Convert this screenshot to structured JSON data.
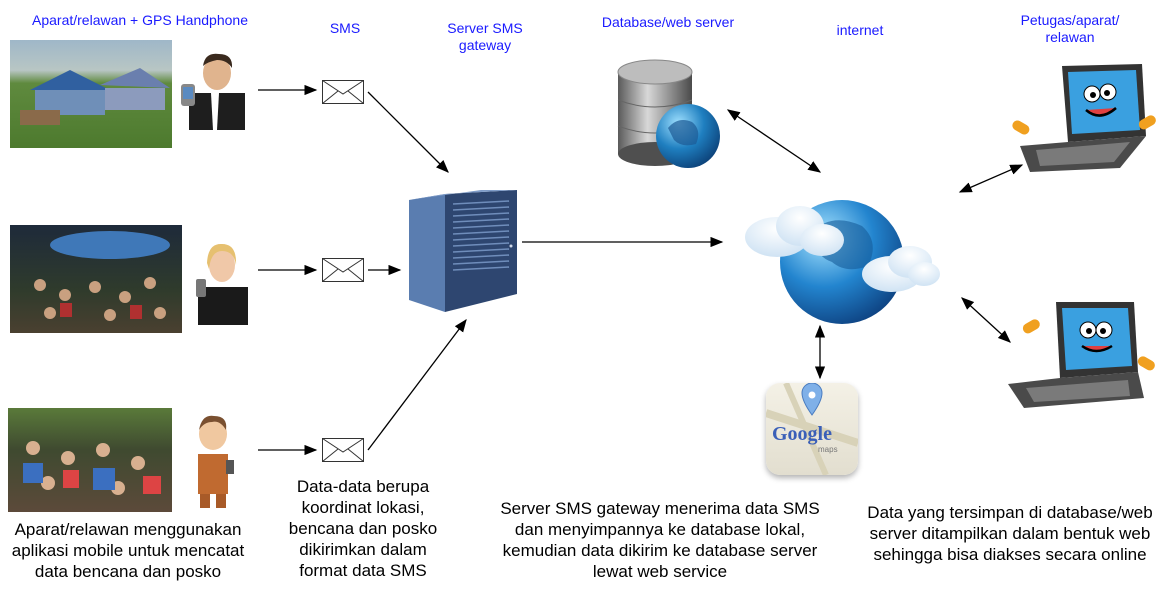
{
  "headers": {
    "sender": "Aparat/relawan + GPS Handphone",
    "sms": "SMS",
    "server": "Server SMS gateway",
    "database": "Database/web server",
    "internet": "internet",
    "officers": "Petugas/aparat/ relawan"
  },
  "captions": {
    "sender": "Aparat/relawan menggunakan aplikasi mobile untuk mencatat data bencana dan posko",
    "sms": "Data-data berupa koordinat lokasi, bencana dan posko dikirimkan dalam format data SMS",
    "server": "Server SMS gateway menerima data SMS dan menyimpannya ke database lokal, kemudian data dikirim ke database server lewat web service",
    "web": "Data yang tersimpan di database/web server ditampilkan dalam bentuk web sehingga bisa diakses secara online"
  },
  "maps_logo_text": "Google",
  "maps_logo_subtext": "maps",
  "colors": {
    "header_text": "#1a1aff",
    "server_blue": "#3f5f8f",
    "globe_blue": "#1f6fb5",
    "laptop_screen": "#3aa0e0"
  },
  "icons": [
    "photo-camp-1",
    "person-1",
    "photo-camp-2",
    "person-2",
    "photo-camp-3",
    "person-3",
    "envelope-icon",
    "server-icon",
    "database-icon",
    "globe-cloud-icon",
    "google-maps-icon",
    "laptop-icon"
  ]
}
